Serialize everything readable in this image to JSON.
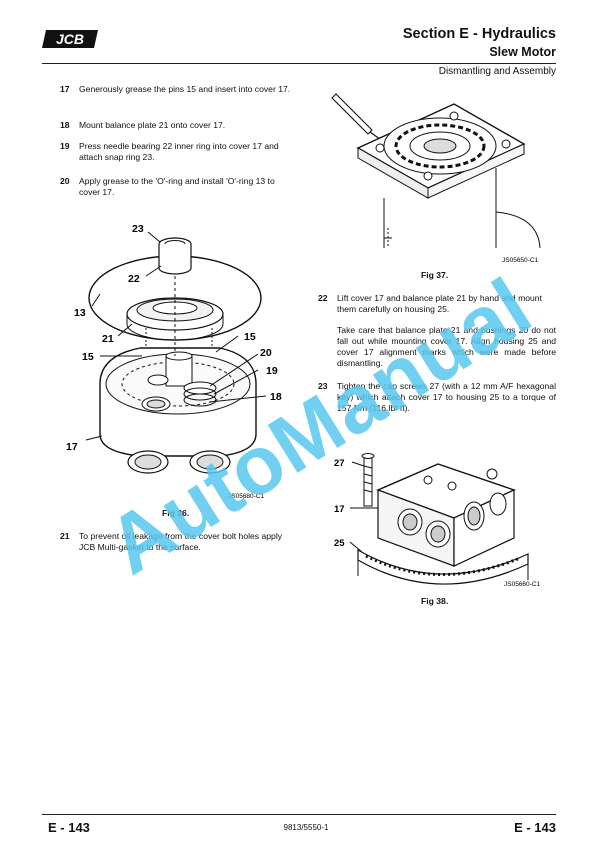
{
  "header": {
    "logo": "JCB",
    "section": "Section E - Hydraulics",
    "subsection": "Slew Motor",
    "category": "Dismantling and Assembly"
  },
  "steps_left": [
    {
      "num": "17",
      "text": "Generously grease the pins 15 and insert into cover 17."
    },
    {
      "num": "18",
      "text": "Mount balance plate 21 onto cover 17."
    },
    {
      "num": "19",
      "text": "Press needle bearing 22 inner ring into cover 17 and attach snap ring 23."
    },
    {
      "num": "20",
      "text": "Apply grease to the 'O'-ring and install 'O'-ring 13 to cover 17."
    }
  ],
  "fig36": {
    "caption": "Fig 36.",
    "code": "JS05680-C1",
    "callouts": [
      "23",
      "22",
      "13",
      "21",
      "15",
      "15",
      "20",
      "19",
      "18",
      "17"
    ]
  },
  "step21": {
    "num": "21",
    "text": "To prevent oil leakage from the cover bolt holes apply JCB Multi-gasket to the surface."
  },
  "fig37": {
    "caption": "Fig 37.",
    "code": "JS05650-C1"
  },
  "step22": {
    "num": "22",
    "text": "Lift cover 17 and balance plate 21 by hand and mount them carefully on housing 25.",
    "note": "Take care that balance plate 21 and bushings 20 do not fall out while mounting cover 17. Align housing 25 and cover 17 alignment marks which were made before dismantling."
  },
  "step23": {
    "num": "23",
    "text": "Tighten the cap screws 27 (with a 12 mm A/F hexagonal key) which attach cover 17 to housing 25 to a torque of 157 Nm (116 lbf ft)."
  },
  "fig38": {
    "caption": "Fig 38.",
    "code": "JS05660-C1",
    "callouts": [
      "27",
      "17",
      "25"
    ]
  },
  "watermark": "AutoManual",
  "footer": {
    "page_left": "E - 143",
    "doc_number": "9813/5550-1",
    "page_right": "E - 143"
  }
}
